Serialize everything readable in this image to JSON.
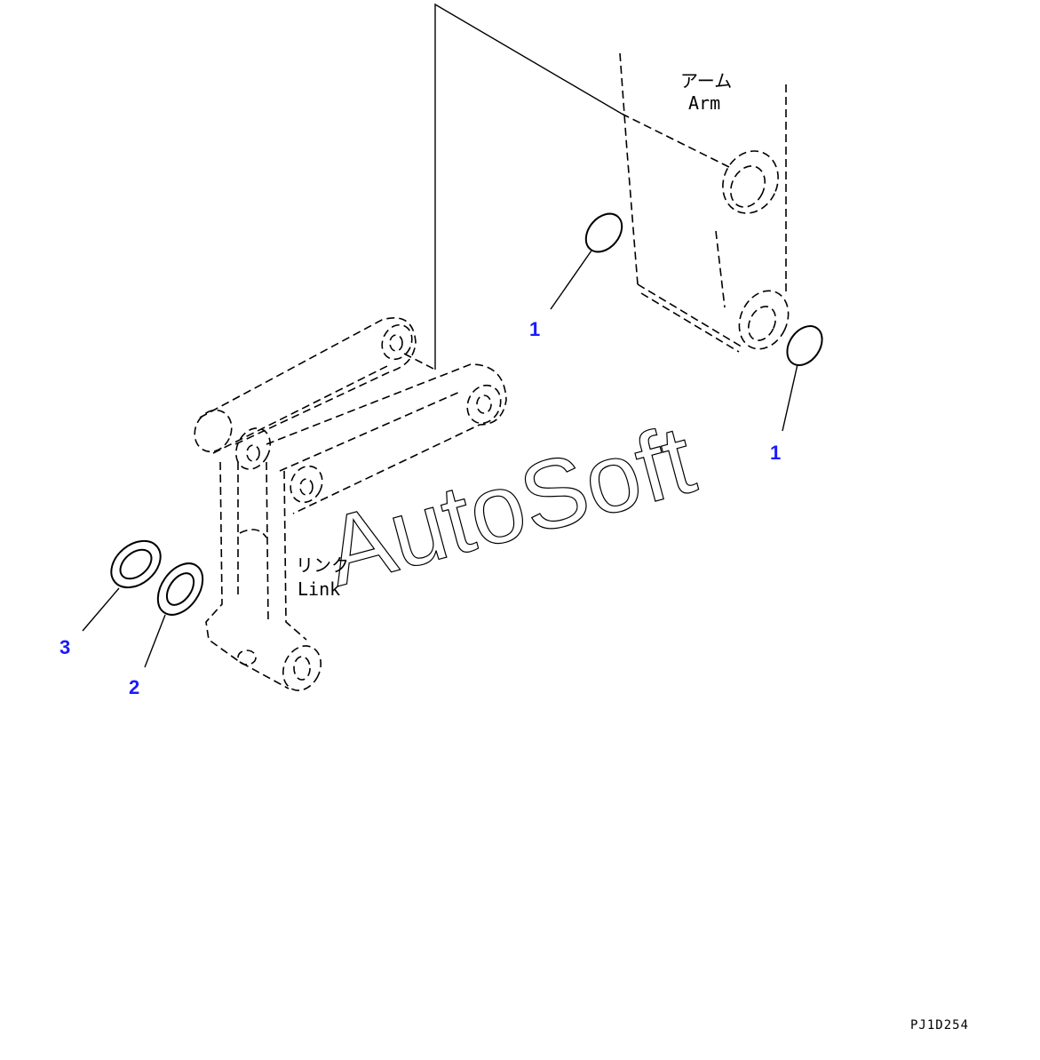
{
  "labels": {
    "arm_jp": "アーム",
    "arm_en": "Arm",
    "link_jp": "リンク",
    "link_en": "Link"
  },
  "callouts": [
    "1",
    "1",
    "2",
    "3"
  ],
  "callout_color": "#1a1aff",
  "watermark": "AutoSoft",
  "drawing_code": "PJ1D254"
}
